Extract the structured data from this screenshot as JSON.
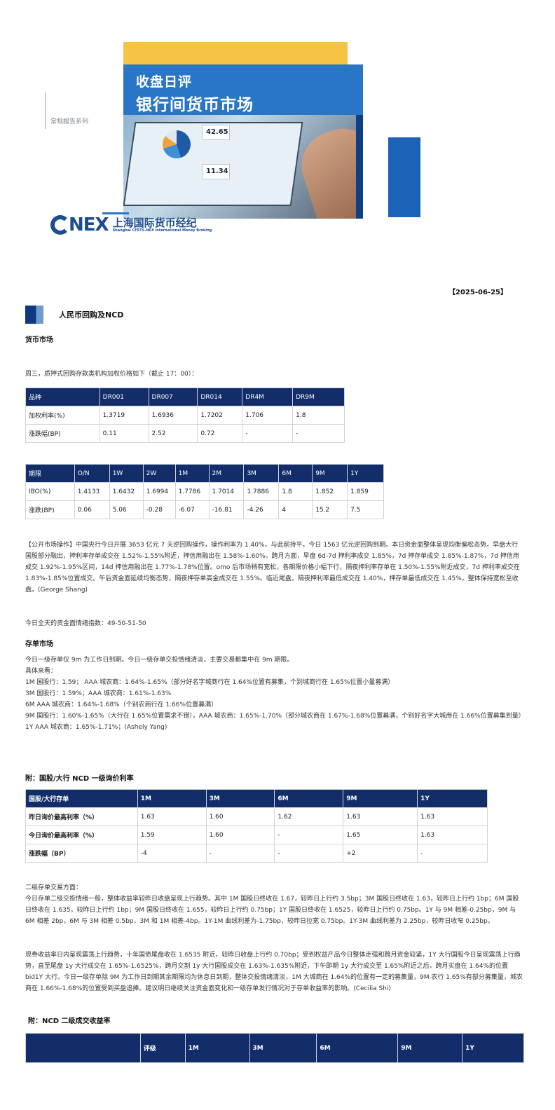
{
  "cover": {
    "title_line1": "收盘日评",
    "title_line2": "银行间货币市场",
    "series": "常规报告系列",
    "photo_tiles": [
      "42.65",
      "11.34"
    ],
    "logo_mark": "NEX",
    "logo_cn": "上海国际货币经纪",
    "logo_en": "Shanghai CFETS-NEX International Money Broking"
  },
  "date": "【2025-06-25】",
  "section": {
    "title": "人民币回购及NCD"
  },
  "money_market": {
    "heading": "货币市场",
    "intro": "周三，质押式回购存款类机构加权价格如下（截止 17：00）：",
    "dr_table": {
      "headers": [
        "品种",
        "DR001",
        "DR007",
        "DR014",
        "DR4M",
        "DR9M"
      ],
      "rows": [
        [
          "加权利率(%)",
          "1.3719",
          "1.6936",
          "1.7202",
          "1.706",
          "1.8"
        ],
        [
          "涨跌幅(BP)",
          "0.11",
          "2.52",
          "0.72",
          "-",
          "-"
        ]
      ]
    },
    "ibo_table": {
      "headers": [
        "期限",
        "O/N",
        "1W",
        "2W",
        "1M",
        "2M",
        "3M",
        "6M",
        "9M",
        "1Y"
      ],
      "rows": [
        [
          "IBO(%)",
          "1.4133",
          "1.6432",
          "1.6994",
          "1.7786",
          "1.7014",
          "1.7886",
          "1.8",
          "1.852",
          "1.859"
        ],
        [
          "涨跌(BP)",
          "0.06",
          "5.06",
          "-0.28",
          "-6.07",
          "-16.81",
          "-4.26",
          "4",
          "15.2",
          "7.5"
        ]
      ]
    },
    "commentary": "【公开市场操作】中国央行今日开展 3653 亿元 7 天逆回购操作，操作利率为 1.40%，与此前持平。今日 1563 亿元逆回购到期。本日资金面整体呈现均衡偏松态势。早盘大行国股部分融出，押利率存单成交在 1.52%-1.55%附近，押信用融出在 1.58%-1.60%。跨月方面，早盘 6d-7d 押利率成交 1.85%，7d 押存单成交 1.85%-1.87%，7d 押信用成交 1.92%-1.95%区间，14d 押信用融出在 1.77%-1.78%位置。omo 后市场稍有宽松，各期限价格小幅下行，隔夜押利率存单在 1.50%-1.55%附近成交，7d 押利率成交在 1.83%-1.85%位置成交。午后资金面延续均衡态势，隔夜押存单高金成交在 1.55%。临近尾盘，隔夜押利率最低成交在 1.40%，押存单最低成交在 1.45%，整体保持宽松至收盘。(George Shang)",
    "sentiment": "今日全天的资金面情绪指数：49-50-51-50"
  },
  "cd_market": {
    "heading": "存单市场",
    "lines": [
      "今日一级存单仅 9m 为工作日到期。今日一级存单交投情绪清淡，主要交易都集中在 9m 期限。",
      "具体来看：",
      "1M 国股行：1.59； AAA 城农商：1.64%-1.65%（部分好名字城商行在 1.64%位置有募集，个别城商行在 1.65%位置小量募满）",
      "3M 国股行：1.59%；AAA 城农商：1.61%-1.63%",
      "6M AAA 城农商：1.64%-1.68%（个别农商行在 1.66%位置募满）",
      "9M 国股行：1.60%-1.65%（大行在 1.65%位置需求不错），AAA 城农商：1.65%-1.70%（部分城农商在 1.67%-1.68%位置募满，个别好名字大城商在 1.66%位置募集到量）",
      "1Y AAA 城农商：1.65%-1.71%；(Ashely Yang)"
    ]
  },
  "ncd_primary": {
    "heading": "附：国股/大行 NCD 一级询价利率",
    "headers": [
      "国股/大行存单",
      "1M",
      "3M",
      "6M",
      "9M",
      "1Y"
    ],
    "rows": [
      [
        "昨日询价最高利率（%）",
        "1.63",
        "1.60",
        "1.62",
        "1.63",
        "1.63"
      ],
      [
        "今日询价最高利率（%）",
        "1.59",
        "1.60",
        "-",
        "1.65",
        "1.63"
      ],
      [
        "涨跌幅（BP）",
        "-4",
        "-",
        "-",
        "+2",
        "-"
      ]
    ]
  },
  "secondary": {
    "heading": "二级存单交易方面：",
    "para1": "今日存单二级交投情绪一般，整体收益率较昨日收盘呈现上行趋势。其中 1M 国股日终收在 1.67，较昨日上行约 3.5bp；3M 国股日终收在 1.63，较昨日上行约 1bp；6M 国股日终收在 1.635，较昨日上行约 1bp；9M 国股日终收在 1.655，较昨日上行约 0.75bp；1Y 国股日终收在 1.6525，较昨日上行约 0.75bp。1Y 与 9M 相差-0.25bp，9M 与 6M 相差 2bp，6M 与 3M 相差 0.5bp，3M 和 1M 相差-4bp。1Y-1M 曲线利差为-1.75bp，较昨日拉宽 0.75bp。1Y-3M 曲线利差为 2.25bp，较昨日收窄 0.25bp。",
    "para2": "现券收益率日内呈现震荡上行趋势，十年国债尾盘收在 1.6535 附近，较昨日收盘上行约 0.70bp；受到权益产品今日整体走强和跨月资金较紧，1Y 大行国股今日呈现震荡上行趋势，直至尾盘 1y 大行成交在 1.65%-1.6525%，跨月交割 1y 大行国股成交在 1.63%-1.635%附近，下午即期 1y 大行成交至 1.65%附近之后，跨月买盘在 1.64%的位置 bid1Y 大行。今日一级存单除 9M 为工作日到期其余期限均为休息日到期，整体交投情绪清淡，1M 大城商在 1.64%的位置有一定的募集量，9M 农行 1.65%有部分募集量，城农商在 1.66%-1.68%的位置受到买盘追捧。建议明日继续关注资金面变化和一级存单发行情况对于存单收益率的影响。(Cecilia Shi)"
  },
  "ncd_secondary": {
    "heading": "附：NCD 二级成交收益率",
    "headers": [
      "",
      "评级",
      "1M",
      "3M",
      "6M",
      "9M",
      "1Y"
    ]
  }
}
